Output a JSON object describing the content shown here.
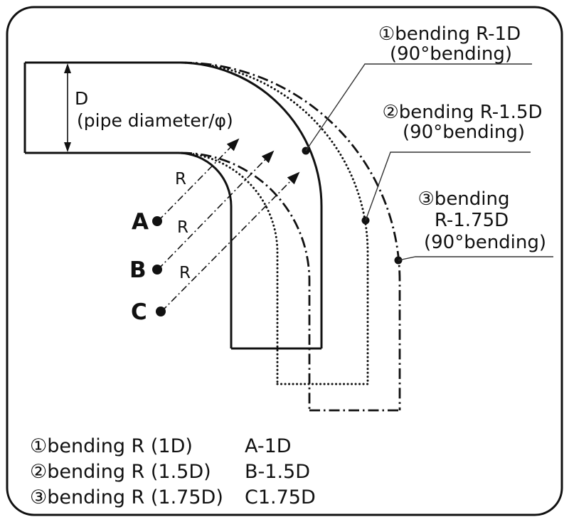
{
  "diagram": {
    "dimension": {
      "d_label": "D",
      "pipe_diameter_label": "(pipe diameter/φ)"
    },
    "radius_label": "R",
    "centers": [
      {
        "label": "A"
      },
      {
        "label": "B"
      },
      {
        "label": "C"
      }
    ],
    "callouts": [
      {
        "line1": "①bending R-1D",
        "line2": "(90°bending)"
      },
      {
        "line1": "②bending R-1.5D",
        "line2": "(90°bending)"
      },
      {
        "line1": "③bending",
        "line2": "R-1.75D",
        "line3": "(90°bending)"
      }
    ],
    "legend": [
      {
        "name": "①bending R (1D)",
        "code": "A-1D"
      },
      {
        "name": "②bending R (1.5D)",
        "code": "B-1.5D"
      },
      {
        "name": "③bending R (1.75D)",
        "code": "C1.75D"
      }
    ],
    "colors": {
      "line": "#111111",
      "background": "#ffffff"
    }
  }
}
